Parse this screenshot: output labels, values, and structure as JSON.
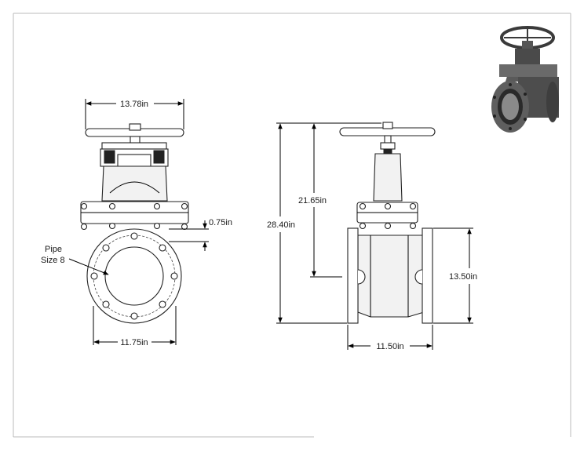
{
  "dimensions": {
    "handwheel_diameter": "13.78in",
    "flange_thickness": "0.75in",
    "pipe_label_line1": "Pipe",
    "pipe_label_line2": "Size 8",
    "flange_diameter": "11.75in",
    "overall_height": "28.40in",
    "center_to_top": "21.65in",
    "body_height": "13.50in",
    "face_to_face": "11.50in"
  },
  "preview": {
    "icon": "gate-valve-3d-icon"
  }
}
